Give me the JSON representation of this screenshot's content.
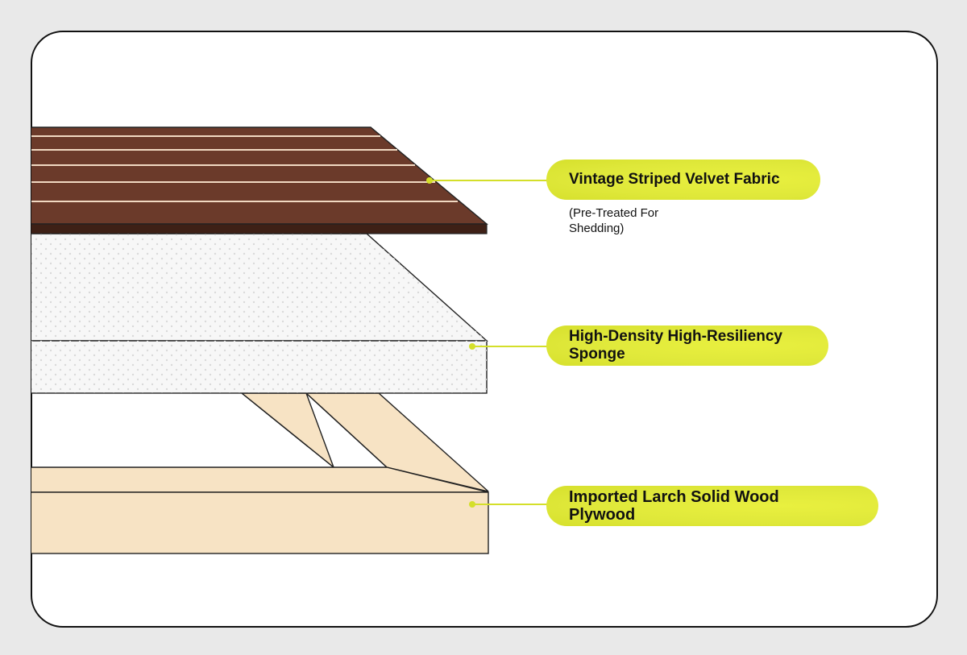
{
  "colors": {
    "background": "#e9e9e9",
    "panel": "#ffffff",
    "fabric": "#6b3a2a",
    "fabric_dark": "#3e2016",
    "fabric_stripe": "#f1d9c2",
    "sponge": "#f7f7f7",
    "sponge_dot": "#d9d9d9",
    "wood": "#f7e3c4",
    "highlight": "#dfe83a",
    "leader": "#d4df2a"
  },
  "labels": {
    "fabric": {
      "title": "Vintage Striped Velvet Fabric",
      "note_line1": "(Pre-Treated For",
      "note_line2": "Shedding)"
    },
    "sponge": {
      "line1": "High-Density High-Resiliency",
      "line2": "Sponge"
    },
    "wood": {
      "line1": "Imported Larch Solid Wood",
      "line2": "Plywood"
    }
  }
}
